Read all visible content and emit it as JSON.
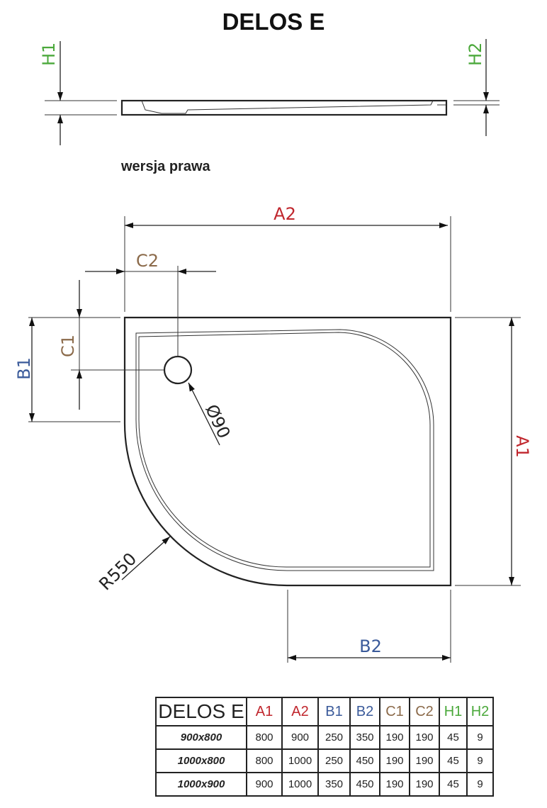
{
  "title": "DELOS E",
  "variant": "wersja prawa",
  "labels": {
    "A1": "A1",
    "A2": "A2",
    "B1": "B1",
    "B2": "B2",
    "C1": "C1",
    "C2": "C2",
    "H1": "H1",
    "H2": "H2",
    "drain": "Ø90",
    "radius": "R550"
  },
  "colors": {
    "A": "#c0262d",
    "B": "#3a5a9a",
    "C": "#8b6a4a",
    "H": "#4aa83a"
  },
  "table": {
    "name": "DELOS E",
    "headers": [
      "A1",
      "A2",
      "B1",
      "B2",
      "C1",
      "C2",
      "H1",
      "H2"
    ],
    "rows": [
      {
        "size": "900x800",
        "values": [
          "800",
          "900",
          "250",
          "350",
          "190",
          "190",
          "45",
          "9"
        ]
      },
      {
        "size": "1000x800",
        "values": [
          "800",
          "1000",
          "250",
          "450",
          "190",
          "190",
          "45",
          "9"
        ]
      },
      {
        "size": "1000x900",
        "values": [
          "900",
          "1000",
          "350",
          "450",
          "190",
          "190",
          "45",
          "9"
        ]
      }
    ]
  }
}
